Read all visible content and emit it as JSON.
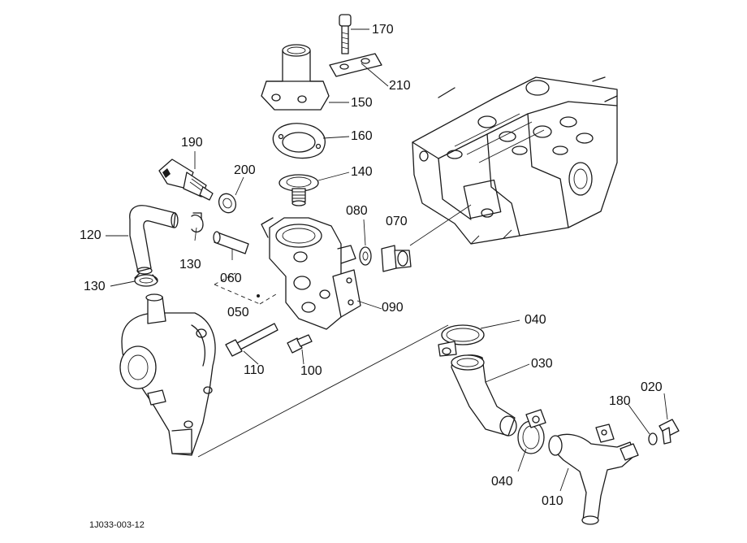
{
  "diagram": {
    "callouts": [
      {
        "id": "170",
        "label": "170"
      },
      {
        "id": "210",
        "label": "210"
      },
      {
        "id": "150",
        "label": "150"
      },
      {
        "id": "160",
        "label": "160"
      },
      {
        "id": "190",
        "label": "190"
      },
      {
        "id": "200",
        "label": "200"
      },
      {
        "id": "140",
        "label": "140"
      },
      {
        "id": "080",
        "label": "080"
      },
      {
        "id": "070",
        "label": "070"
      },
      {
        "id": "120",
        "label": "120"
      },
      {
        "id": "130a",
        "label": "130"
      },
      {
        "id": "060",
        "label": "060"
      },
      {
        "id": "130b",
        "label": "130"
      },
      {
        "id": "050",
        "label": "050"
      },
      {
        "id": "090",
        "label": "090"
      },
      {
        "id": "040a",
        "label": "040"
      },
      {
        "id": "110",
        "label": "110"
      },
      {
        "id": "100",
        "label": "100"
      },
      {
        "id": "030",
        "label": "030"
      },
      {
        "id": "020",
        "label": "020"
      },
      {
        "id": "180",
        "label": "180"
      },
      {
        "id": "040b",
        "label": "040"
      },
      {
        "id": "010",
        "label": "010"
      }
    ],
    "reference_code": "1J033-003-12"
  }
}
